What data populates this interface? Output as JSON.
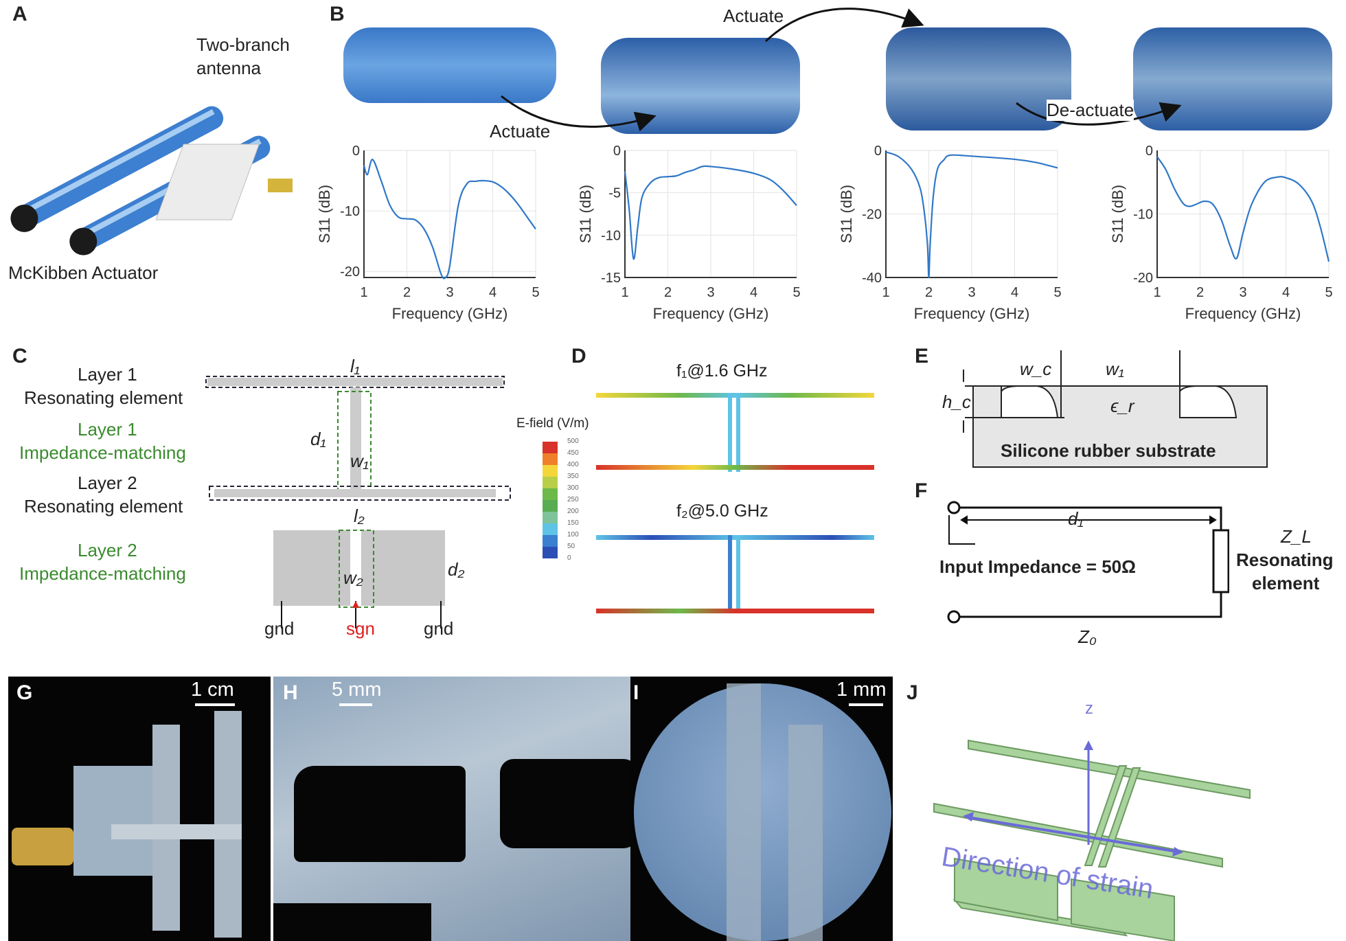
{
  "panels": {
    "A": "A",
    "B": "B",
    "C": "C",
    "D": "D",
    "E": "E",
    "F": "F",
    "G": "G",
    "H": "H",
    "I": "I",
    "J": "J"
  },
  "panel_a": {
    "antenna_label_1": "Two-branch",
    "antenna_label_2": "antenna",
    "actuator_label": "McKibben Actuator"
  },
  "panel_b": {
    "actuate_1": "Actuate",
    "actuate_2": "Actuate",
    "deactuate": "De-actuate"
  },
  "chart_data": [
    {
      "type": "line",
      "xlabel": "Frequency (GHz)",
      "ylabel": "S11 (dB)",
      "xlim": [
        1,
        5
      ],
      "ylim": [
        -21,
        0
      ],
      "xticks": [
        "1",
        "2",
        "3",
        "4",
        "5"
      ],
      "yticks": [
        0,
        -10,
        -20
      ],
      "ytick_labels": [
        "0",
        "-10",
        "-20"
      ],
      "grid": true,
      "color": "#2f78c8",
      "x": [
        1,
        1.08,
        1.2,
        1.4,
        1.6,
        1.8,
        2.0,
        2.2,
        2.4,
        2.6,
        2.8,
        2.9,
        3.0,
        3.2,
        3.4,
        3.6,
        3.8,
        4.0,
        4.2,
        4.4,
        4.6,
        4.8,
        5.0
      ],
      "y": [
        -2.5,
        -4,
        -1.5,
        -5,
        -9,
        -11,
        -11.3,
        -11.5,
        -13,
        -16,
        -20.5,
        -21,
        -19,
        -9,
        -5.5,
        -5.1,
        -5,
        -5.2,
        -6,
        -7.3,
        -9,
        -11,
        -13
      ]
    },
    {
      "type": "line",
      "xlabel": "Frequency (GHz)",
      "ylabel": "S11 (dB)",
      "xlim": [
        1,
        5
      ],
      "ylim": [
        -15,
        0
      ],
      "xticks": [
        "1",
        "2",
        "3",
        "4",
        "5"
      ],
      "yticks": [
        0,
        -5,
        -10,
        -15
      ],
      "ytick_labels": [
        "0",
        "-5",
        "-10",
        "-15"
      ],
      "grid": true,
      "color": "#2f78c8",
      "x": [
        1,
        1.1,
        1.2,
        1.3,
        1.4,
        1.6,
        1.8,
        2.0,
        2.2,
        2.4,
        2.6,
        2.8,
        3.0,
        3.5,
        4.0,
        4.4,
        4.7,
        5.0
      ],
      "y": [
        -2.5,
        -7,
        -12.8,
        -9,
        -5.5,
        -3.8,
        -3.2,
        -3.1,
        -3,
        -2.6,
        -2.3,
        -1.9,
        -1.9,
        -2.2,
        -2.7,
        -3.5,
        -4.8,
        -6.5
      ]
    },
    {
      "type": "line",
      "xlabel": "Frequency (GHz)",
      "ylabel": "S11 (dB)",
      "xlim": [
        1,
        5
      ],
      "ylim": [
        -40,
        0
      ],
      "xticks": [
        "1",
        "2",
        "3",
        "4",
        "5"
      ],
      "yticks": [
        0,
        -20,
        -40
      ],
      "ytick_labels": [
        "0",
        "-20",
        "-40"
      ],
      "grid": true,
      "color": "#2f78c8",
      "x": [
        1,
        1.3,
        1.6,
        1.8,
        1.9,
        1.97,
        2.0,
        2.03,
        2.1,
        2.2,
        2.35,
        2.5,
        3,
        4,
        4.5,
        5
      ],
      "y": [
        -0.5,
        -2,
        -6,
        -12,
        -20,
        -30,
        -40,
        -30,
        -15,
        -6,
        -3,
        -1.5,
        -1.8,
        -2.8,
        -3.8,
        -5.5
      ]
    },
    {
      "type": "line",
      "xlabel": "Frequency (GHz)",
      "ylabel": "S11 (dB)",
      "xlim": [
        1,
        5
      ],
      "ylim": [
        -20,
        0
      ],
      "xticks": [
        "1",
        "2",
        "3",
        "4",
        "5"
      ],
      "yticks": [
        0,
        -10,
        -20
      ],
      "ytick_labels": [
        "0",
        "-10",
        "-20"
      ],
      "grid": true,
      "color": "#2f78c8",
      "x": [
        1,
        1.2,
        1.4,
        1.6,
        1.75,
        1.9,
        2.1,
        2.3,
        2.5,
        2.7,
        2.85,
        3.0,
        3.2,
        3.5,
        3.8,
        4.0,
        4.3,
        4.6,
        4.8,
        5.0
      ],
      "y": [
        -1,
        -3,
        -6,
        -8.3,
        -8.8,
        -8.5,
        -8,
        -8.5,
        -11,
        -15,
        -17,
        -13,
        -8.5,
        -5,
        -4.2,
        -4.3,
        -5.3,
        -8,
        -12,
        -17.5
      ]
    }
  ],
  "panel_c": {
    "layer1": "Layer 1",
    "res1": "Resonating element",
    "l1_imp_1": "Layer 1",
    "l1_imp_2": "Impedance-matching",
    "layer2": "Layer 2",
    "res2": "Resonating element",
    "l2_imp_1": "Layer 2",
    "l2_imp_2": "Impedance-matching",
    "l1": "l₁",
    "d1": "d₁",
    "w1": "w₁",
    "l2": "l₂",
    "w2": "w₂",
    "d2": "d₂",
    "gnd": "gnd",
    "sgn": "sgn"
  },
  "panel_d": {
    "f1": "f₁@1.6 GHz",
    "f2": "f₂@5.0 GHz",
    "legend_title": "E-field (V/m)",
    "legend_ticks": [
      "500",
      "450",
      "400",
      "350",
      "300",
      "250",
      "200",
      "150",
      "100",
      "50",
      "0"
    ],
    "legend_colors": [
      "#d8322a",
      "#ef7f2a",
      "#f4d63a",
      "#b9cf4a",
      "#6db94a",
      "#58ad52",
      "#7fc39a",
      "#5ec3e6",
      "#3a7fd0",
      "#2c4fb5"
    ]
  },
  "panel_e": {
    "wc": "w_c",
    "w1": "w₁",
    "hc": "h_c",
    "er": "ϵ_r",
    "substrate": "Silicone rubber substrate"
  },
  "panel_f": {
    "d1": "d₁",
    "zl": "Z_L",
    "input": "Input Impedance = 50Ω",
    "res_1": "Resonating",
    "res_2": "element",
    "z0": "Z₀"
  },
  "panel_g": {
    "scale": "1 cm"
  },
  "panel_h": {
    "scale": "5 mm"
  },
  "panel_i": {
    "scale": "1 mm"
  },
  "panel_j": {
    "axis": "z",
    "strain": "Direction of strain"
  }
}
